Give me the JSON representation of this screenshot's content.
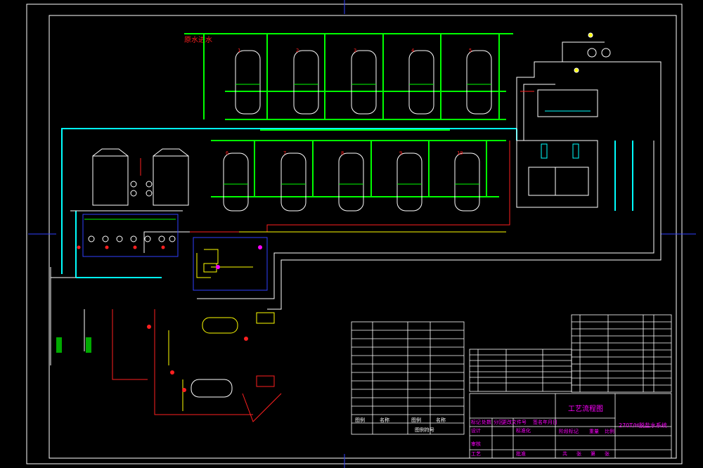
{
  "diagram": {
    "raw_water_label": "原水进水",
    "tank_numbers": [
      "1",
      "2",
      "3",
      "4",
      "5",
      "6",
      "7",
      "8",
      "9",
      "10"
    ],
    "title_block": {
      "drawing_title": "工艺流程图",
      "project_name": "270T/H脱盐水系统",
      "rows": [
        [
          "标记",
          "处数",
          "分区",
          "更改文件号",
          "签名",
          "年月日"
        ],
        [
          "设计",
          "",
          "",
          "标准化",
          ""
        ],
        [
          "审核",
          "",
          "",
          "",
          "",
          "",
          ""
        ],
        [
          "工艺",
          "",
          "",
          "批准",
          ""
        ]
      ],
      "stage_labels": [
        "阶段标记",
        "重量",
        "比例"
      ],
      "sheet_labels": [
        "共",
        "张",
        "第",
        "张"
      ]
    },
    "legend_header": [
      "图例",
      "名称",
      "图例",
      "名称"
    ],
    "bottom_legend_label": "图例符号"
  },
  "colors": {
    "background": "#000000",
    "frame": "#ffffff",
    "green": "#00ff00",
    "cyan": "#00ffff",
    "red": "#ff2020",
    "yellow": "#ffff00",
    "magenta": "#ff00ff",
    "blue": "#3040ff",
    "white": "#ffffff"
  }
}
